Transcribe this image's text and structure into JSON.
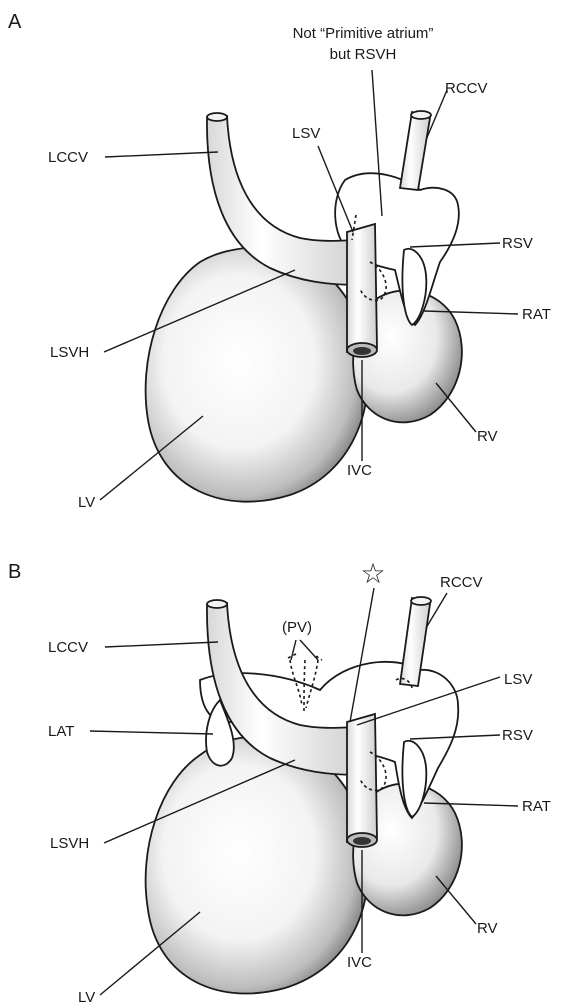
{
  "panel_a": {
    "letter": "A",
    "note_line1": "Not “Primitive atrium”",
    "note_line2": "but RSVH",
    "labels": {
      "lccv": "LCCV",
      "lsv": "LSV",
      "rccv": "RCCV",
      "rsv": "RSV",
      "rat": "RAT",
      "lsvh": "LSVH",
      "rv": "RV",
      "ivc": "IVC",
      "lv": "LV"
    }
  },
  "panel_b": {
    "letter": "B",
    "star": "☆",
    "pv": "(PV)",
    "labels": {
      "lccv": "LCCV",
      "rccv": "RCCV",
      "lsv": "LSV",
      "lat": "LAT",
      "rsv": "RSV",
      "rat": "RAT",
      "lsvh": "LSVH",
      "rv": "RV",
      "ivc": "IVC",
      "lv": "LV"
    }
  },
  "colors": {
    "ink": "#1a1a1a",
    "tissue": "#ffffff",
    "shade": "#555555"
  }
}
